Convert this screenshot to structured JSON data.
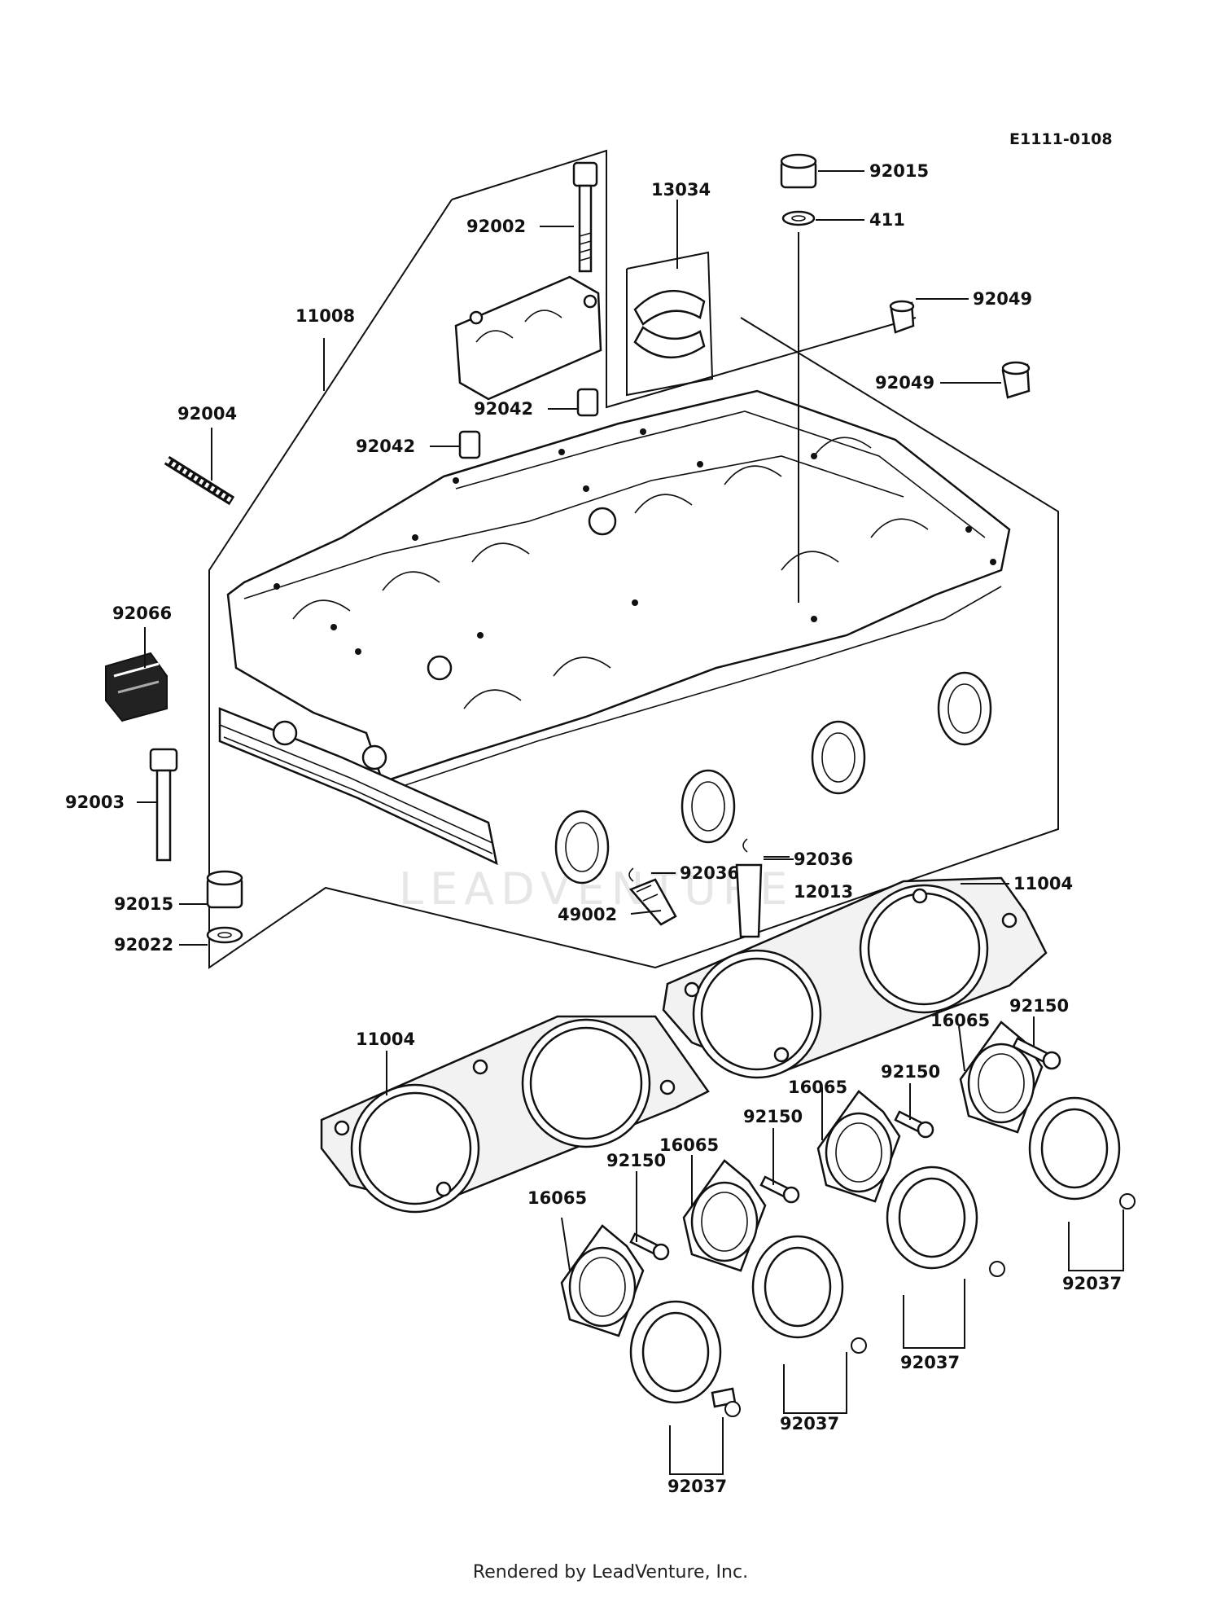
{
  "diagram_code": "E1111-0108",
  "footer": "Rendered by LeadVenture, Inc.",
  "watermark": "LEADVENTURE",
  "callouts": {
    "c92015_top": "92015",
    "c411": "411",
    "c13034": "13034",
    "c92002": "92002",
    "c11008": "11008",
    "c92049_a": "92049",
    "c92049_b": "92049",
    "c92004": "92004",
    "c92042_a": "92042",
    "c92042_b": "92042",
    "c92066": "92066",
    "c92003": "92003",
    "c92036_a": "92036",
    "c92036_b": "92036",
    "c12013": "12013",
    "c49002": "49002",
    "c92015_bot": "92015",
    "c92022": "92022",
    "c11004_a": "11004",
    "c11004_b": "11004",
    "c92150_a": "92150",
    "c92150_b": "92150",
    "c92150_c": "92150",
    "c92150_d": "92150",
    "c16065_a": "16065",
    "c16065_b": "16065",
    "c16065_c": "16065",
    "c16065_d": "16065",
    "c92037_a": "92037",
    "c92037_b": "92037",
    "c92037_c": "92037",
    "c92037_d": "92037"
  }
}
